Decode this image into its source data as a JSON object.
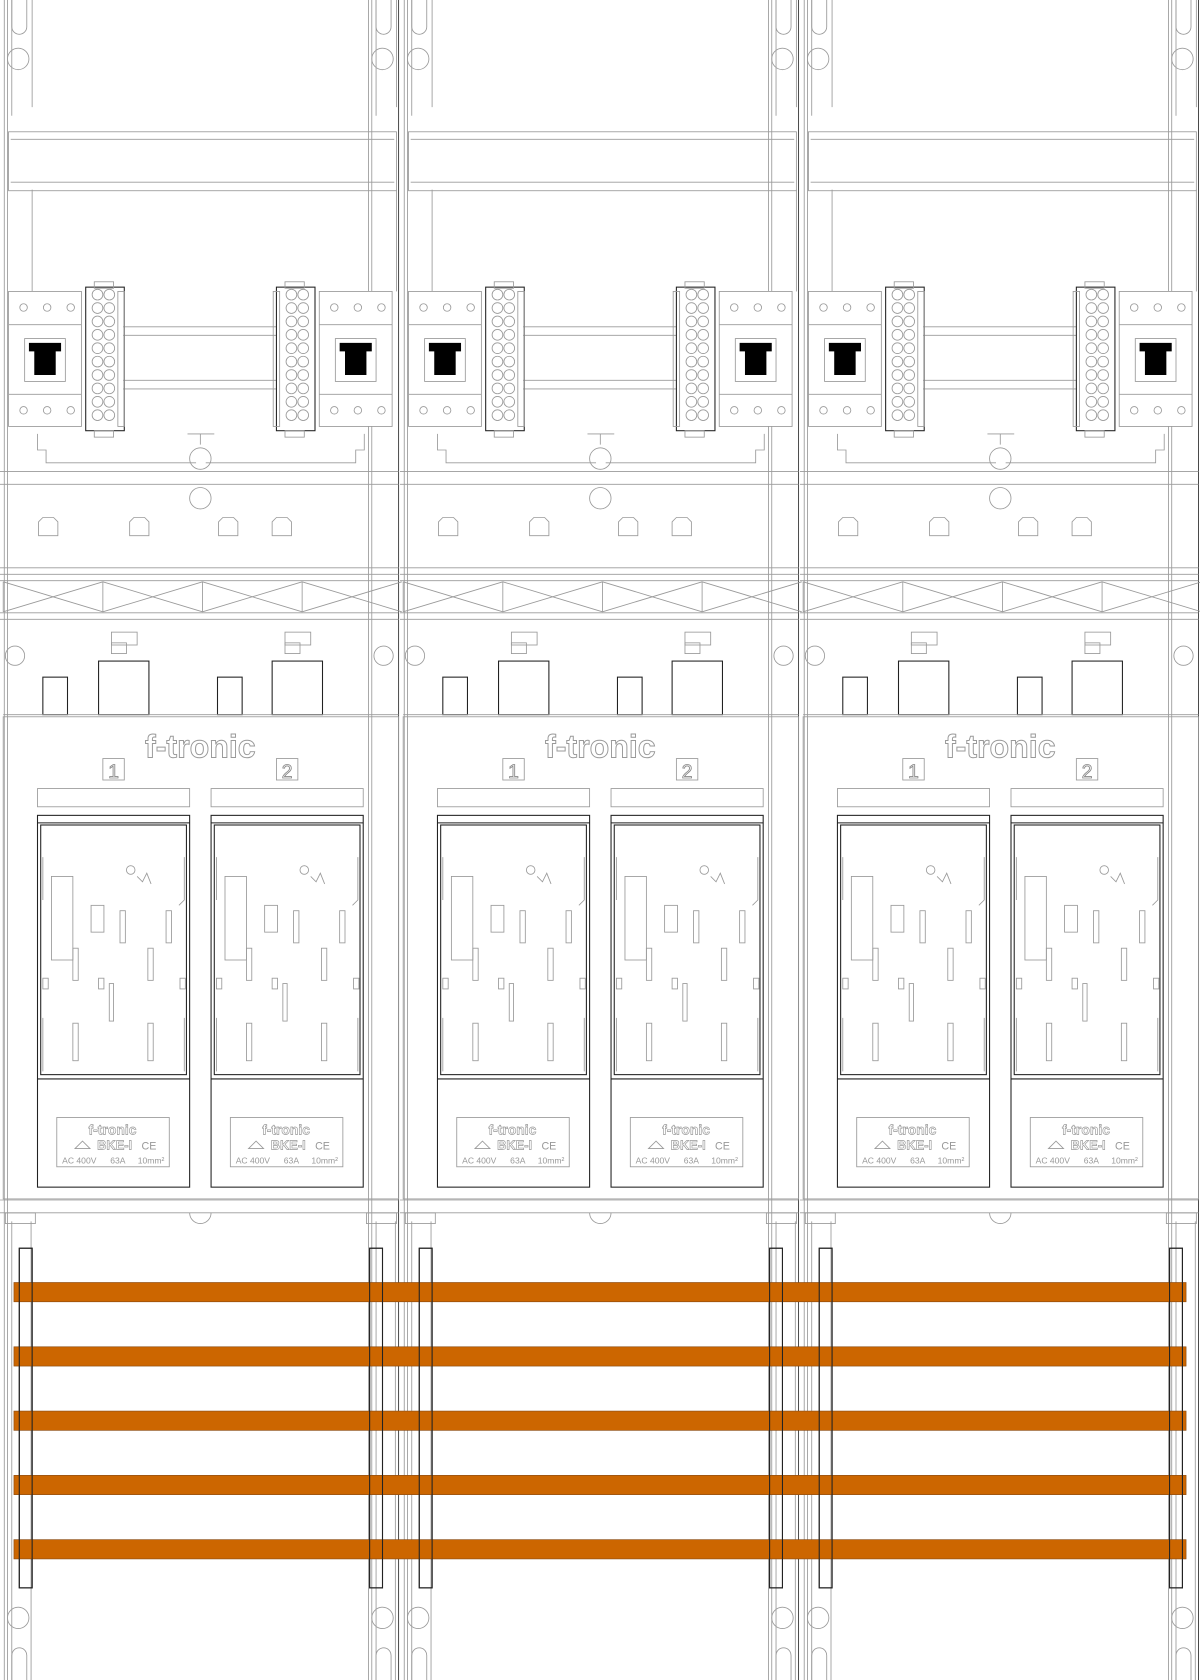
{
  "colors": {
    "busbar": "#cc6600",
    "outline": "#9a9a9a",
    "meter_window": "#000000"
  },
  "modules": [
    {
      "brand": "f-tronic",
      "slots": [
        {
          "number": "1",
          "plate": {
            "brand": "f-tronic",
            "model": "BKE-I",
            "mark": "CE",
            "voltage": "AC 400V",
            "current": "63A",
            "cross_section": "10mm²"
          }
        },
        {
          "number": "2",
          "plate": {
            "brand": "f-tronic",
            "model": "BKE-I",
            "mark": "CE",
            "voltage": "AC 400V",
            "current": "63A",
            "cross_section": "10mm²"
          }
        }
      ]
    },
    {
      "brand": "f-tronic",
      "slots": [
        {
          "number": "1",
          "plate": {
            "brand": "f-tronic",
            "model": "BKE-I",
            "mark": "CE",
            "voltage": "AC 400V",
            "current": "63A",
            "cross_section": "10mm²"
          }
        },
        {
          "number": "2",
          "plate": {
            "brand": "f-tronic",
            "model": "BKE-I",
            "mark": "CE",
            "voltage": "AC 400V",
            "current": "63A",
            "cross_section": "10mm²"
          }
        }
      ]
    },
    {
      "brand": "f-tronic",
      "slots": [
        {
          "number": "1",
          "plate": {
            "brand": "f-tronic",
            "model": "BKE-I",
            "mark": "CE",
            "voltage": "AC 400V",
            "current": "63A",
            "cross_section": "10mm²"
          }
        },
        {
          "number": "2",
          "plate": {
            "brand": "f-tronic",
            "model": "BKE-I",
            "mark": "CE",
            "voltage": "AC 400V",
            "current": "63A",
            "cross_section": "10mm²"
          }
        }
      ]
    }
  ],
  "busbars": {
    "count": 5
  }
}
